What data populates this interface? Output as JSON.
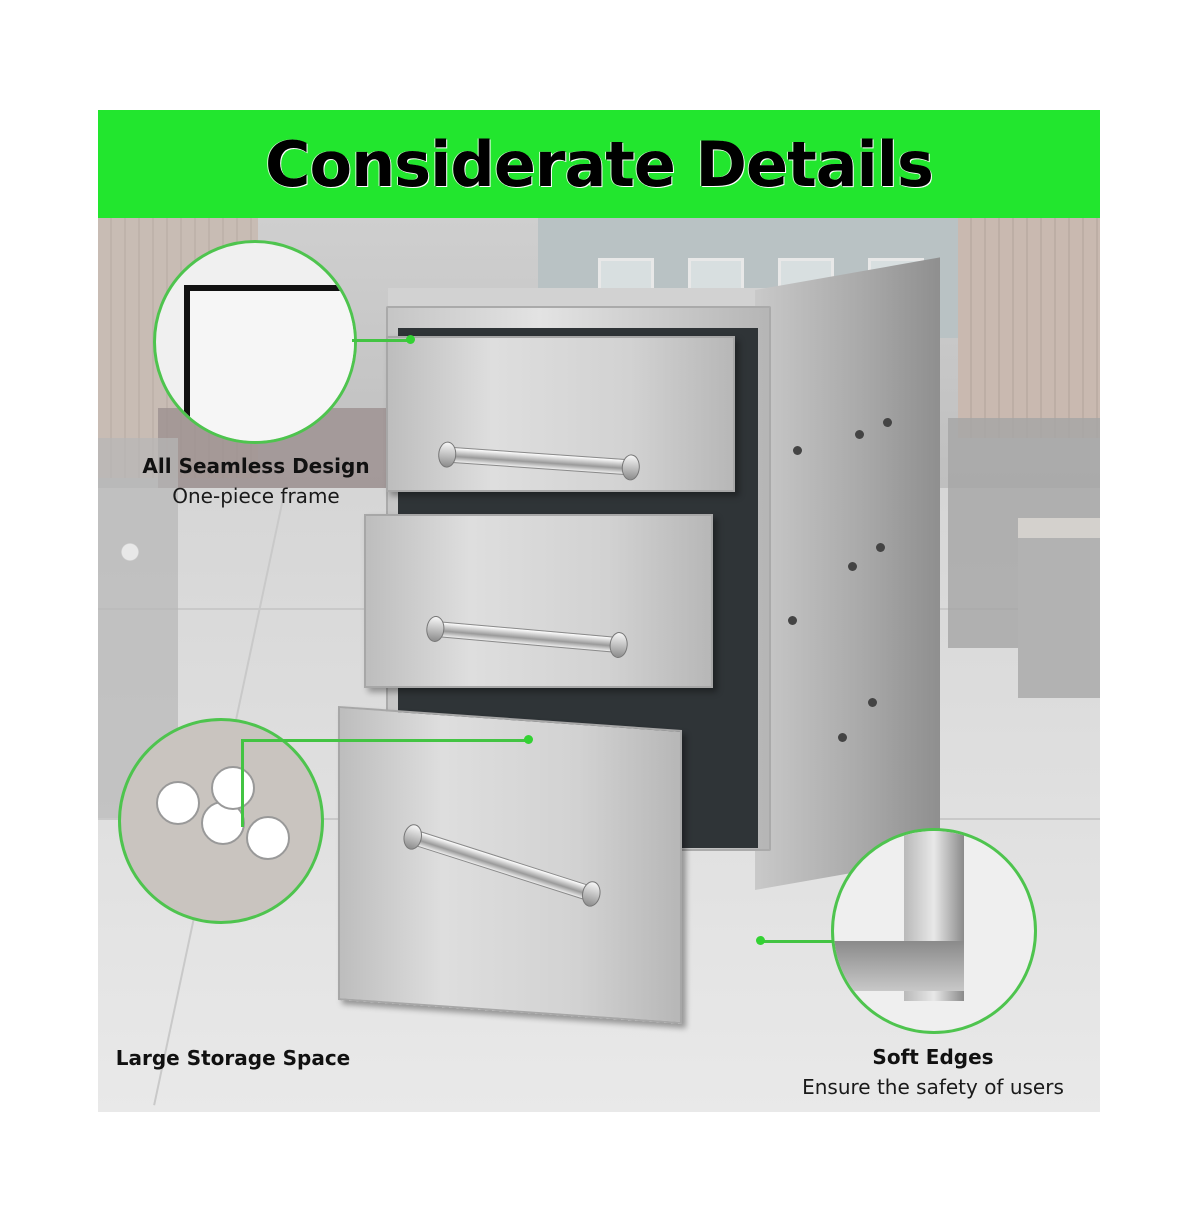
{
  "banner": {
    "title": "Considerate Details",
    "background_color": "#22e62e",
    "text_color": "#000000"
  },
  "product": {
    "name": "Stainless steel triple access drawer",
    "drawer_count": 3,
    "drawers": [
      {
        "position": "top",
        "state": "closed"
      },
      {
        "position": "middle",
        "state": "partially open"
      },
      {
        "position": "bottom",
        "state": "open"
      }
    ]
  },
  "callouts": [
    {
      "id": "seamless",
      "title": "All Seamless Design",
      "subtitle": "One-piece frame",
      "detail_image": "frame-corner-closeup"
    },
    {
      "id": "storage",
      "title": "Large Storage Space",
      "subtitle": "",
      "detail_image": "open-drawer-with-cans"
    },
    {
      "id": "edges",
      "title": "Soft Edges",
      "subtitle": "Ensure the safety of users",
      "detail_image": "rounded-frame-edge-closeup"
    }
  ],
  "accent_color": "#4ec44e",
  "background_scene": "blurred patio with house, fence, planters and outdoor furniture"
}
